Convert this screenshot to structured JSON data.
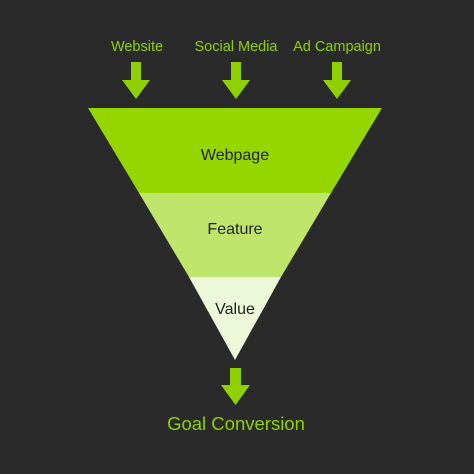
{
  "sources": [
    {
      "label": "Website"
    },
    {
      "label": "Social Media"
    },
    {
      "label": "Ad Campaign"
    }
  ],
  "stages": [
    {
      "label": "Webpage",
      "color": "#96d600"
    },
    {
      "label": "Feature",
      "color": "#bfe56b"
    },
    {
      "label": "Value",
      "color": "#ecf8d8"
    }
  ],
  "goal": {
    "label": "Goal Conversion"
  },
  "colors": {
    "background": "#2a2a2a",
    "accent": "#8fd100",
    "stage_text": "#222222",
    "icon": "arrow-down-icon"
  }
}
